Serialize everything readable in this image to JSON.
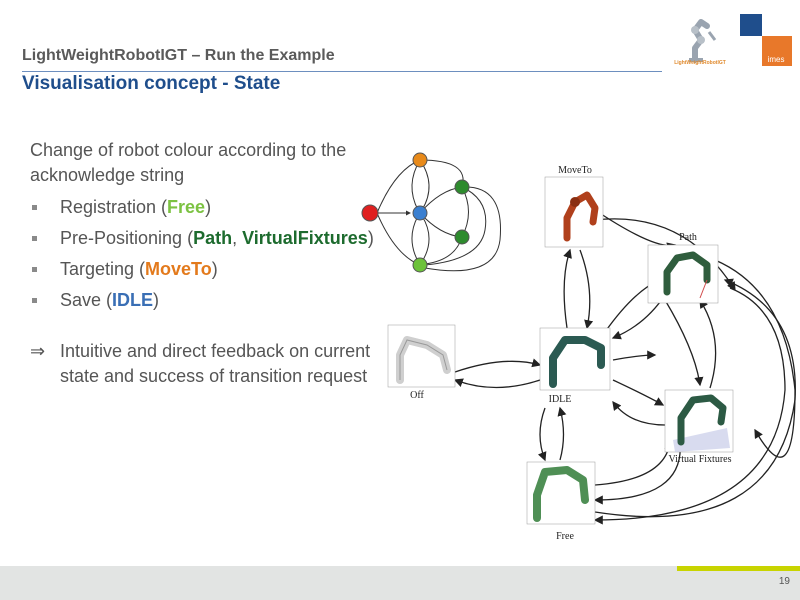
{
  "header": {
    "title_main": "LightWeightRobotIGT",
    "title_sep": " – ",
    "title_tail": "Run the Example",
    "subtitle": "Visualisation concept - State"
  },
  "logos": {
    "lwr_text": "LightWeightRobotIGT",
    "imes_text": "imes"
  },
  "content": {
    "intro": "Change of robot colour according to the acknowledge string",
    "bullets": [
      {
        "prefix": "Registration (",
        "k1": "Free",
        "mid": "",
        "k2": "",
        "suffix": ")"
      },
      {
        "prefix": "Pre-Positioning (",
        "k1": "Path",
        "mid": ", ",
        "k2": "VirtualFixtures",
        "suffix": ")"
      },
      {
        "prefix": "Targeting (",
        "k1": "MoveTo",
        "mid": "",
        "k2": "",
        "suffix": ")"
      },
      {
        "prefix": "Save (",
        "k1": "IDLE",
        "mid": "",
        "k2": "",
        "suffix": ")"
      }
    ],
    "arrow": "⇒",
    "conclusion": "Intuitive and direct feedback on current state and success of transition request"
  },
  "diagram": {
    "labels": {
      "moveto": "MoveTo",
      "path": "Path",
      "off": "Off",
      "idle": "IDLE",
      "virtual": "Virtual Fixtures",
      "free": "Free"
    },
    "colors": {
      "moveto": "#b0401c",
      "path": "#2f5d3d",
      "off": "#d8d8d8",
      "idle": "#2b5a52",
      "virtual": "#2c5a44",
      "free": "#4f8f55",
      "mini_red": "#e02020",
      "mini_blue": "#3a7fd0",
      "mini_green": "#2e8b2e",
      "mini_orange": "#e88a1a",
      "mini_lime": "#6cc23a"
    }
  },
  "footer": {
    "page_number": "19"
  }
}
